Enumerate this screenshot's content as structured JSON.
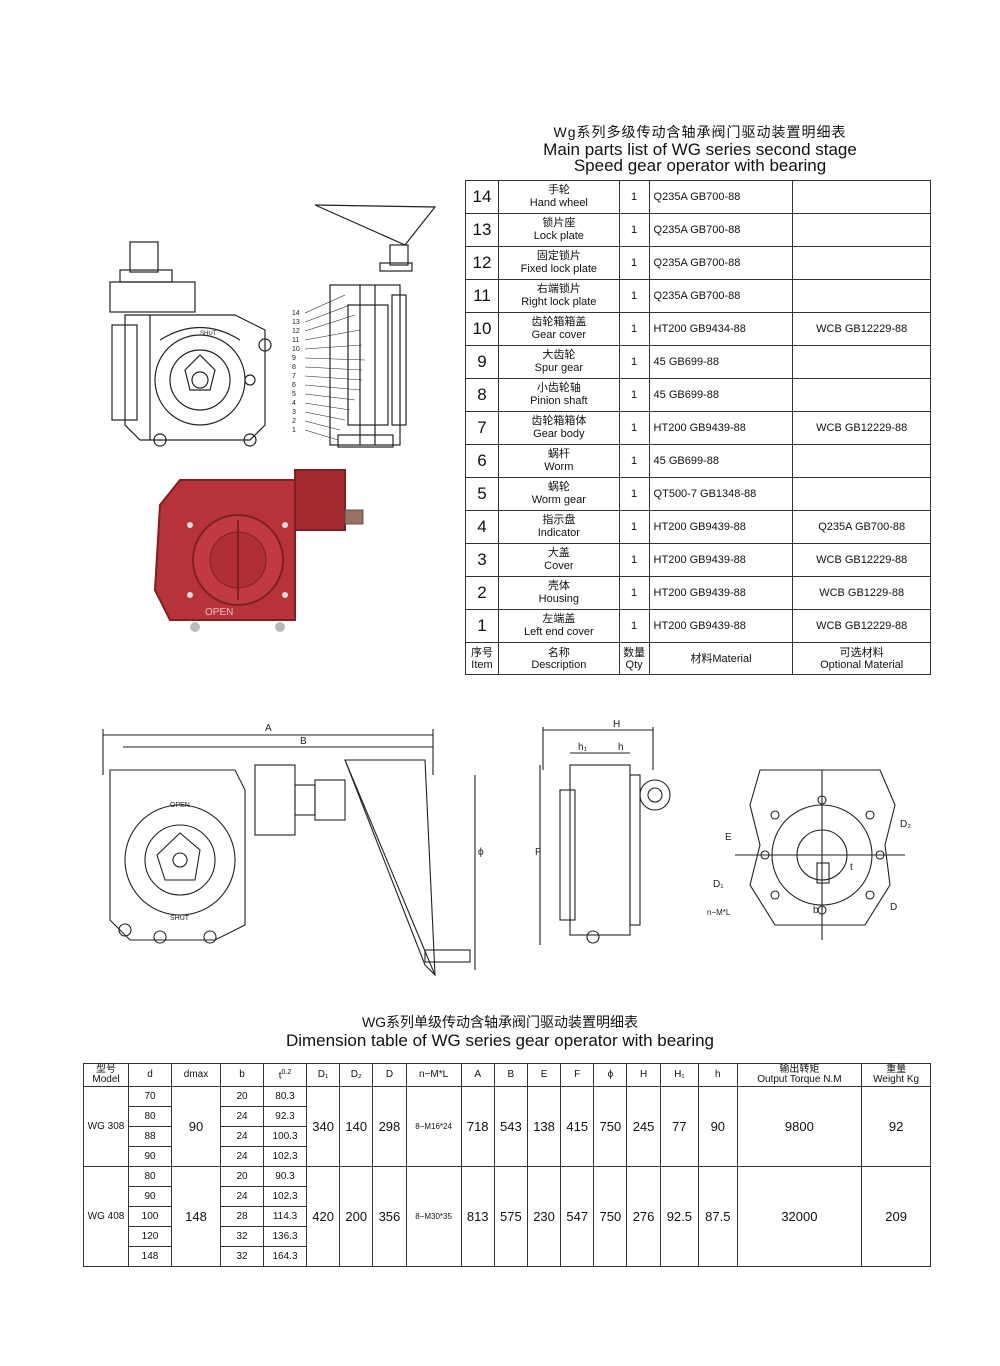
{
  "parts_title": {
    "cn": "Wg系列多级传动含轴承阀门驱动装置明细表",
    "en1": "Main parts list of WG series  second  stage",
    "en2": "Speed gear operator with bearing"
  },
  "parts": [
    {
      "no": "14",
      "cn": "手轮",
      "en": "Hand wheel",
      "qty": "1",
      "material": "Q235A GB700-88",
      "optional": ""
    },
    {
      "no": "13",
      "cn": "锁片座",
      "en": "Lock plate",
      "qty": "1",
      "material": "Q235A GB700-88",
      "optional": ""
    },
    {
      "no": "12",
      "cn": "固定锁片",
      "en": "Fixed lock plate",
      "qty": "1",
      "material": "Q235A GB700-88",
      "optional": ""
    },
    {
      "no": "11",
      "cn": "右端锁片",
      "en": "Right lock plate",
      "qty": "1",
      "material": "Q235A GB700-88",
      "optional": ""
    },
    {
      "no": "10",
      "cn": "齿轮箱箱盖",
      "en": "Gear cover",
      "qty": "1",
      "material": "HT200 GB9434-88",
      "optional": "WCB GB12229-88"
    },
    {
      "no": "9",
      "cn": "大齿轮",
      "en": "Spur gear",
      "qty": "1",
      "material": "45 GB699-88",
      "optional": ""
    },
    {
      "no": "8",
      "cn": "小齿轮轴",
      "en": "Pinion shaft",
      "qty": "1",
      "material": "45 GB699-88",
      "optional": ""
    },
    {
      "no": "7",
      "cn": "齿轮箱箱体",
      "en": "Gear body",
      "qty": "1",
      "material": "HT200 GB9439-88",
      "optional": "WCB GB12229-88"
    },
    {
      "no": "6",
      "cn": "蜗杆",
      "en": "Worm",
      "qty": "1",
      "material": "45 GB699-88",
      "optional": ""
    },
    {
      "no": "5",
      "cn": "蜗轮",
      "en": "Worm gear",
      "qty": "1",
      "material": "QT500-7 GB1348-88",
      "optional": ""
    },
    {
      "no": "4",
      "cn": "指示盘",
      "en": "Indicator",
      "qty": "1",
      "material": "HT200 GB9439-88",
      "optional": "Q235A GB700-88"
    },
    {
      "no": "3",
      "cn": "大盖",
      "en": "Cover",
      "qty": "1",
      "material": "HT200 GB9439-88",
      "optional": "WCB GB12229-88"
    },
    {
      "no": "2",
      "cn": "壳体",
      "en": "Housing",
      "qty": "1",
      "material": "HT200 GB9439-88",
      "optional": "WCB GB1229-88"
    },
    {
      "no": "1",
      "cn": "左端盖",
      "en": "Left end cover",
      "qty": "1",
      "material": "HT200 GB9439-88",
      "optional": "WCB GB12229-88"
    }
  ],
  "parts_header": {
    "no_cn": "序号",
    "no_en": "Item",
    "desc_cn": "名称",
    "desc_en": "Description",
    "qty_cn": "数量",
    "qty_en": "Qty",
    "material": "材料Material",
    "opt_cn": "可选材料",
    "opt_en": "Optional Material"
  },
  "drawing_labels": {
    "A": "A",
    "B": "B",
    "H": "H",
    "h1": "h₁",
    "h": "h",
    "F": "F",
    "phi": "ϕ",
    "E": "E",
    "D1": "D₁",
    "D2": "D₂",
    "D": "D",
    "b": "b",
    "t": "t",
    "nML": "n−M*L",
    "open": "OPEN",
    "shut": "SHUT",
    "callouts": [
      "14",
      "13",
      "12",
      "11",
      "10",
      "9",
      "8",
      "7",
      "6",
      "5",
      "4",
      "3",
      "2",
      "1"
    ]
  },
  "dims_title": {
    "cn": "WG系列单级传动含轴承阀门驱动装置明细表",
    "en": "Dimension table of WG series gear operator with bearing"
  },
  "dims_header": {
    "model_cn": "型号",
    "model_en": "Model",
    "d": "d",
    "dmax": "dmax",
    "b": "b",
    "t": "t",
    "t_sup": "0.2",
    "t_sub": "0",
    "D1": "D₁",
    "D2": "D₂",
    "D": "D",
    "nML": "n−M*L",
    "A": "A",
    "B": "B",
    "E": "E",
    "F": "F",
    "phi": "ϕ",
    "H": "H",
    "H1": "H₁",
    "h": "h",
    "torque_cn": "输出转矩",
    "torque_en": "Output Torque N.M",
    "weight_cn": "重量",
    "weight_en": "Weight Kg"
  },
  "dims": [
    {
      "model": "WG 308",
      "dmax": "90",
      "rows": [
        {
          "d": "70",
          "b": "",
          "t": "80.3"
        },
        {
          "d": "80",
          "b": "24",
          "t": "92.3"
        },
        {
          "d": "88",
          "b": "24",
          "t": "100.3"
        },
        {
          "d": "90",
          "b": "24",
          "t": "102.3"
        }
      ],
      "first_b": "20",
      "D1": "340",
      "D2": "140",
      "D": "298",
      "nML": "8−M16*24",
      "A": "718",
      "B": "543",
      "E": "138",
      "F": "415",
      "phi": "750",
      "H": "245",
      "H1": "77",
      "h": "90",
      "torque": "9800",
      "weight": "92"
    },
    {
      "model": "WG 408",
      "dmax": "148",
      "rows": [
        {
          "d": "80",
          "b": "20",
          "t": "90.3"
        },
        {
          "d": "90",
          "b": "24",
          "t": "102.3"
        },
        {
          "d": "100",
          "b": "28",
          "t": "114.3"
        },
        {
          "d": "120",
          "b": "32",
          "t": "136.3"
        },
        {
          "d": "148",
          "b": "32",
          "t": "164.3"
        }
      ],
      "D1": "420",
      "D2": "200",
      "D": "356",
      "nML": "8−M30*35",
      "A": "813",
      "B": "575",
      "E": "230",
      "F": "547",
      "phi": "750",
      "H": "276",
      "H1": "92.5",
      "h": "87.5",
      "torque": "32000",
      "weight": "209"
    }
  ],
  "colors": {
    "product_red": "#b8323a",
    "product_dark": "#7d1f25",
    "line": "#222222"
  }
}
